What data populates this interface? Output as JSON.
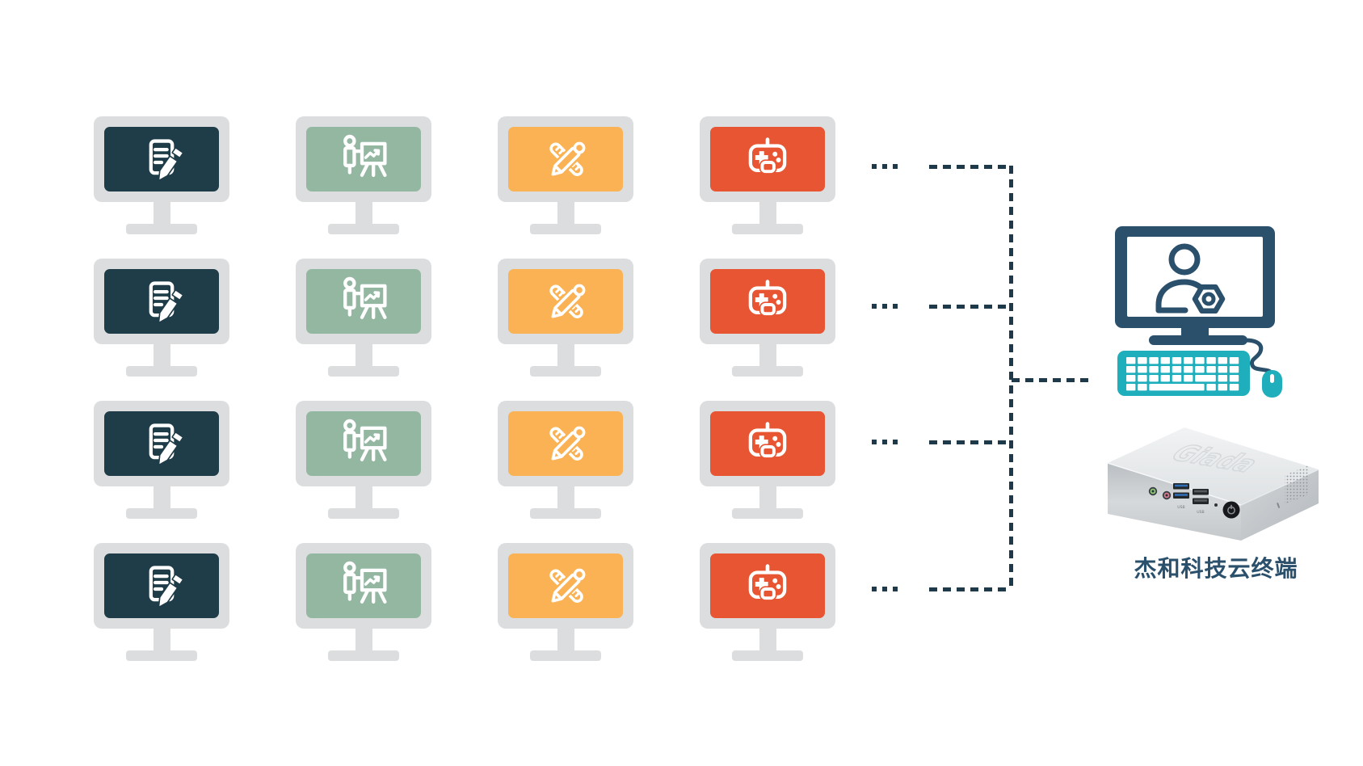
{
  "diagram": {
    "client_grid": {
      "rows": 4,
      "row_ellipsis": "...",
      "columns": [
        {
          "id": "office-document",
          "icon": "document-edit-icon",
          "screen_color": "#1F3C49"
        },
        {
          "id": "presentation",
          "icon": "presentation-chart-icon",
          "screen_color": "#94B7A2"
        },
        {
          "id": "design-tools",
          "icon": "ruler-pencil-icon",
          "screen_color": "#FAB254"
        },
        {
          "id": "gaming",
          "icon": "gamepad-icon",
          "screen_color": "#E85532"
        }
      ],
      "monitor_frame_color": "#DBDDDE"
    },
    "connector": {
      "color": "#1E3A4A",
      "style": "dashed"
    },
    "host": {
      "terminal_label": "杰和科技云终端",
      "label_color": "#2B506C",
      "monitor_color": "#2B506C",
      "peripheral_color": "#1FAEBC",
      "screen_icon": "user-gear-icon",
      "device_port_labels": [
        "USB",
        "USB"
      ],
      "device_logo": "Giada"
    }
  }
}
